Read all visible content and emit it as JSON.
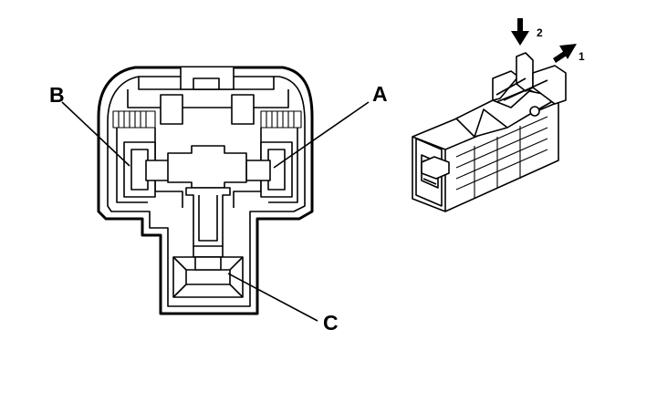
{
  "labels": {
    "a": "A",
    "b": "B",
    "c": "C"
  },
  "arrows": {
    "down": "2",
    "diag": "1"
  }
}
